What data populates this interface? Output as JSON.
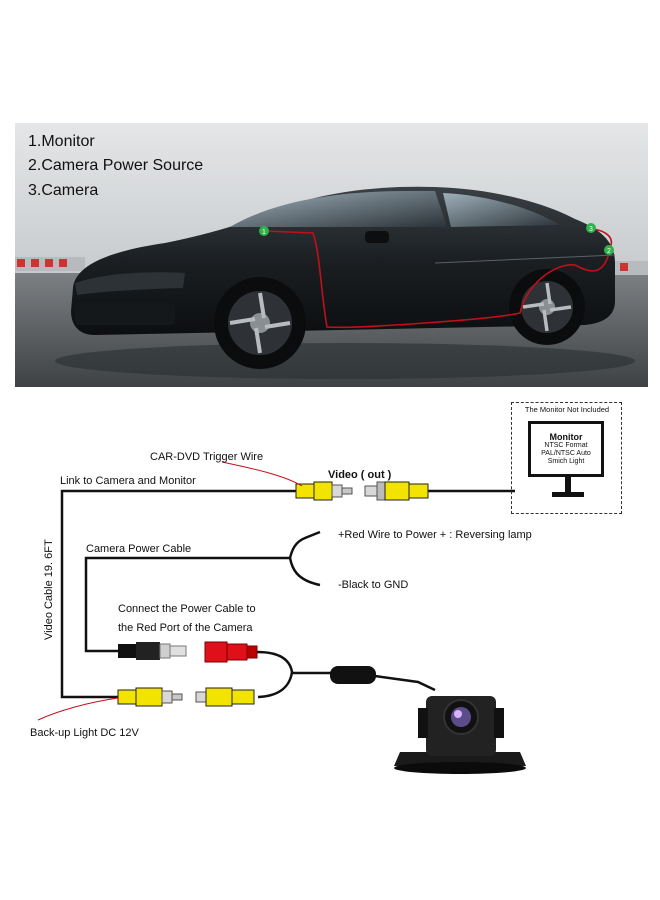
{
  "legend": {
    "item1": "1.Monitor",
    "item2": "2.Camera Power Source",
    "item3": "3.Camera"
  },
  "car_markers": [
    "1",
    "2",
    "3"
  ],
  "labels": {
    "car_dvd_trigger": "CAR-DVD Trigger Wire",
    "link_to_camera": "Link to Camera and Monitor",
    "video_out": "Video ( out )",
    "camera_power_cable": "Camera Power Cable",
    "red_wire": "+Red Wire to Power + : Reversing lamp",
    "black_wire": "-Black to GND",
    "connect_power_1": "Connect the Power Cable to",
    "connect_power_2": "the Red Port of the Camera",
    "video_cable": "Video Cable 19.  6FT",
    "backup_light": "Back-up Light DC 12V"
  },
  "monitor_box": {
    "not_included": "The Monitor Not Included",
    "name": "Monitor",
    "line1": "NTSC Format",
    "line2": "PAL/NTSC Auto",
    "line3": "Smich Light"
  },
  "colors": {
    "yellow_plug": "#f2e400",
    "red_plug": "#e0101a",
    "black_plug": "#111111",
    "wire": "#111111",
    "marker_green": "#2db34a",
    "route_red": "#c0101a"
  }
}
